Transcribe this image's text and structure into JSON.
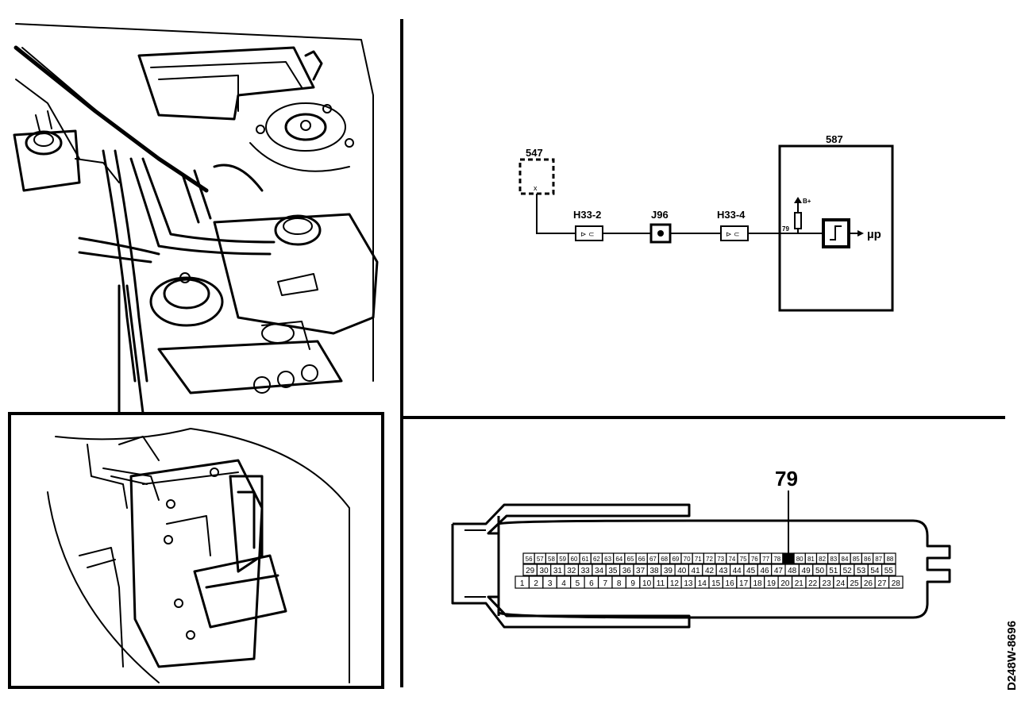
{
  "schematic": {
    "module_547": "547",
    "connector_h33_2": "H33-2",
    "splice_j96": "J96",
    "connector_h33_4": "H33-4",
    "module_587": "587",
    "pin_79": "79",
    "supply_label": "B+",
    "output_label": "µp"
  },
  "connector": {
    "callout": "79",
    "highlighted_pin": 79,
    "rows": [
      [
        "56",
        "57",
        "58",
        "59",
        "60",
        "61",
        "62",
        "63",
        "64",
        "65",
        "66",
        "67",
        "68",
        "69",
        "70",
        "71",
        "72",
        "73",
        "74",
        "75",
        "76",
        "77",
        "78",
        "79",
        "80",
        "81",
        "82",
        "83",
        "84",
        "85",
        "86",
        "87",
        "88"
      ],
      [
        "29",
        "30",
        "31",
        "32",
        "33",
        "34",
        "35",
        "36",
        "37",
        "38",
        "39",
        "40",
        "41",
        "42",
        "43",
        "44",
        "45",
        "46",
        "47",
        "48",
        "49",
        "50",
        "51",
        "52",
        "53",
        "54",
        "55"
      ],
      [
        "1",
        "2",
        "3",
        "4",
        "5",
        "6",
        "7",
        "8",
        "9",
        "10",
        "11",
        "12",
        "13",
        "14",
        "15",
        "16",
        "17",
        "18",
        "19",
        "20",
        "21",
        "22",
        "23",
        "24",
        "25",
        "26",
        "27",
        "28"
      ]
    ]
  },
  "figure_code": "D248W-8696"
}
